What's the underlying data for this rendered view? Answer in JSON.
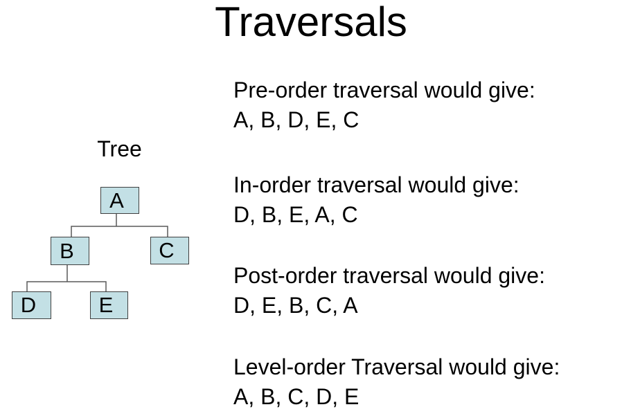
{
  "slide": {
    "title": "Traversals"
  },
  "diagram": {
    "label": "Tree",
    "nodes": [
      {
        "id": "A",
        "label": "A"
      },
      {
        "id": "B",
        "label": "B"
      },
      {
        "id": "C",
        "label": "C"
      },
      {
        "id": "D",
        "label": "D"
      },
      {
        "id": "E",
        "label": "E"
      }
    ],
    "edges": [
      [
        "A",
        "B"
      ],
      [
        "A",
        "C"
      ],
      [
        "B",
        "D"
      ],
      [
        "B",
        "E"
      ]
    ]
  },
  "traversals": [
    {
      "heading": "Pre-order traversal would give:",
      "sequence": "A, B, D, E, C"
    },
    {
      "heading": "In-order traversal would give:",
      "sequence": "D, B, E, A, C"
    },
    {
      "heading": "Post-order traversal would give:",
      "sequence": "D, E, B, C, A"
    },
    {
      "heading": "Level-order Traversal would give:",
      "sequence": "A, B, C, D, E"
    }
  ],
  "colors": {
    "background": "#ffffff",
    "text": "#000000",
    "node_fill": "#c3e0e5",
    "node_border": "#3f3f3f",
    "connector": "#595959"
  }
}
